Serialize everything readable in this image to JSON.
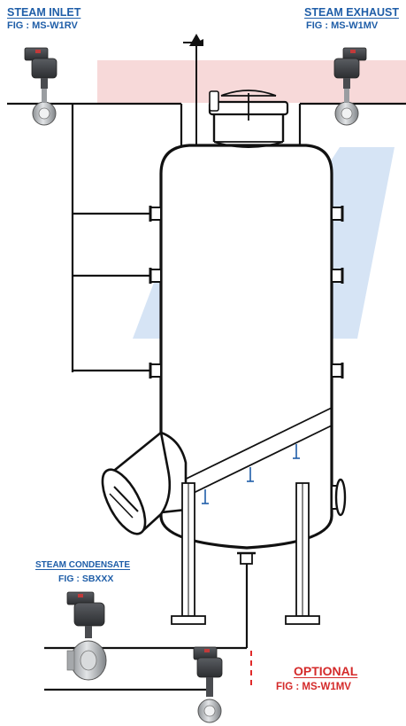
{
  "labels": {
    "steam_inlet": {
      "title": "STEAM INLET",
      "fig": "FIG : MS-W1RV"
    },
    "steam_exhaust": {
      "title": "STEAM EXHAUST",
      "fig": "FIG : MS-W1MV"
    },
    "steam_condensate": {
      "title": "STEAM CONDENSATE",
      "fig": "FIG : SBXXX"
    },
    "optional": {
      "title": "OPTIONAL",
      "fig": "FIG : MS-W1MV"
    }
  },
  "colors": {
    "label_blue": "#1f5ea8",
    "label_red": "#d42a2a",
    "watermark_blue": "#d6e4f5",
    "watermark_red": "#f7d9d9",
    "line": "#111111",
    "actuator": "#3f4145",
    "actuator_accent": "#c23a3a",
    "valve_metal": "#b7babd",
    "dashed_line": "#e02a2a"
  },
  "icons": {
    "vent": "vent-arrow-icon",
    "actuator": "pneumatic-actuator-icon",
    "butterfly_valve": "butterfly-valve-icon",
    "ball_valve": "ball-valve-icon"
  }
}
